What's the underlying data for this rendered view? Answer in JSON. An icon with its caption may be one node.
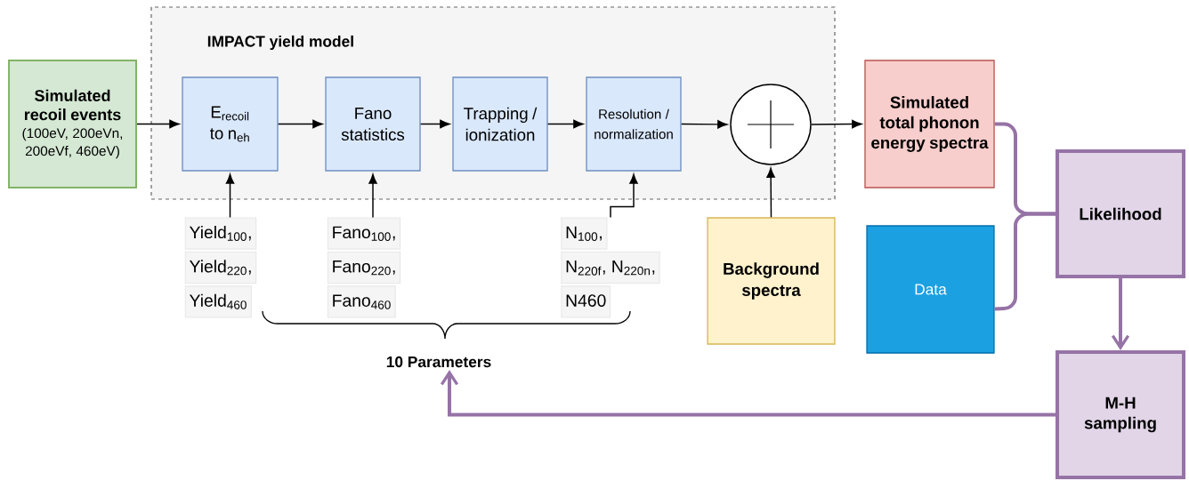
{
  "diagram": {
    "nodes": [
      {
        "text": [
          "IMPACT yield model"
        ]
      },
      {
        "text": [
          "Simulated recoil events",
          "(100eV, 200eVn, 200eVf, 460eV)"
        ]
      },
      {
        "text": [
          "E$_{recoil}$ to n$_{eh}$"
        ],
        "in": 0
      },
      {
        "text": [
          "Fano statistics"
        ],
        "in": 0
      },
      {
        "text": [
          "Trapping / ionization"
        ],
        "in": 0
      },
      {
        "text": [
          "Resolution / normalization"
        ],
        "in": 0
      },
      {
        "text": [],
        "shape": "circle",
        "in": 0
      },
      {
        "text": [
          "Yield$_{100}$,",
          "Yield$_{220}$,",
          "Yield$_{460}$"
        ]
      },
      {
        "text": [
          "Fano$_{100}$,",
          "Fano$_{220}$,",
          "Fano$_{460}$"
        ]
      },
      {
        "text": [
          "N$_{100}$,",
          "N$_{220f}$, N$_{220n}$,",
          "N460"
        ]
      },
      {
        "text": [
          "Background spectra"
        ]
      },
      {
        "text": [
          "Simulated total phonon energy spectra"
        ]
      },
      {
        "text": [
          "Data"
        ]
      },
      {
        "text": [
          "Likelihood"
        ]
      },
      {
        "text": [
          "M-H sampling"
        ]
      },
      {
        "text": [
          "10 Parameters"
        ]
      }
    ],
    "edges": [
      {
        "from": 1,
        "to": 2,
        "arrow": "to"
      },
      {
        "from": 2,
        "to": 3,
        "arrow": "to"
      },
      {
        "from": 3,
        "to": 4,
        "arrow": "to"
      },
      {
        "from": 4,
        "to": 5,
        "arrow": "to"
      },
      {
        "from": 5,
        "to": 6,
        "arrow": "to"
      },
      {
        "from": 6,
        "to": 11,
        "arrow": "to"
      },
      {
        "from": 7,
        "to": 2,
        "arrow": "to"
      },
      {
        "from": 8,
        "to": 3,
        "arrow": "to"
      },
      {
        "from": 9,
        "to": 5,
        "arrow": "to"
      },
      {
        "from": 10,
        "to": 6,
        "arrow": "to"
      },
      {
        "from": 11,
        "to": 13,
        "arrow": "none",
        "style": "thick",
        "color": "#9673a6"
      },
      {
        "from": 12,
        "to": 13,
        "arrow": "none",
        "style": "thick",
        "color": "#9673a6"
      },
      {
        "from": 13,
        "to": 14,
        "arrow": "to",
        "style": "thick",
        "color": "#9673a6"
      },
      {
        "from": 14,
        "to": 15,
        "arrow": "to",
        "style": "thick",
        "color": "#9673a6"
      }
    ]
  }
}
